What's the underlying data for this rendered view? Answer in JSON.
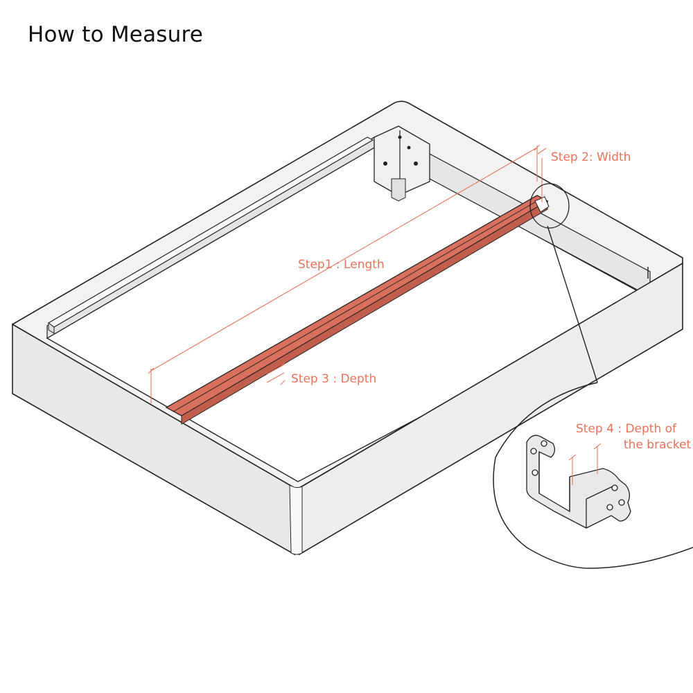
{
  "title": "How to Measure",
  "labels": {
    "step1": "Step1 : Length",
    "step2": "Step 2: Width",
    "step3": "Step 3 : Depth",
    "step4_line1": "Step 4 : Depth of",
    "step4_line2": "the bracket"
  },
  "colors": {
    "accent": "#e8735a",
    "beam": "#d9705e",
    "outline": "#222222",
    "panel_outer": "#e9e9e9",
    "panel_inner": "#f4f4f4"
  }
}
